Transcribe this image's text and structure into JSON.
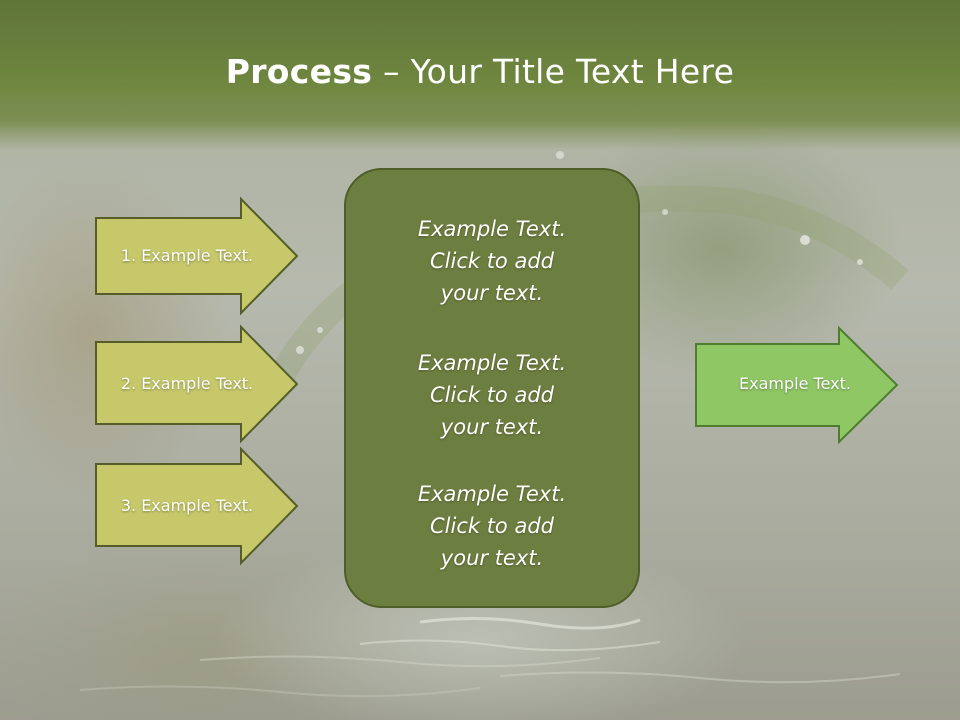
{
  "title": {
    "bold": "Process",
    "rest": " – Your Title Text Here"
  },
  "inputs": [
    {
      "label": "1. Example Text."
    },
    {
      "label": "2. Example Text."
    },
    {
      "label": "3. Example Text."
    }
  ],
  "center_blocks": [
    {
      "lines": [
        "Example Text.",
        "Click  to add",
        "your text."
      ]
    },
    {
      "lines": [
        "Example Text.",
        "Click  to add",
        "your text."
      ]
    },
    {
      "lines": [
        "Example Text.",
        "Click  to add",
        "your text."
      ]
    }
  ],
  "output": {
    "label": "Example Text."
  },
  "colors": {
    "title_band": "#6f863f",
    "input_arrow_fill": "#c6c86a",
    "input_arrow_stroke": "#565d28",
    "center_box_fill": "#6d7f40",
    "output_arrow_fill": "#8fc765",
    "output_arrow_stroke": "#4e7d2e"
  }
}
